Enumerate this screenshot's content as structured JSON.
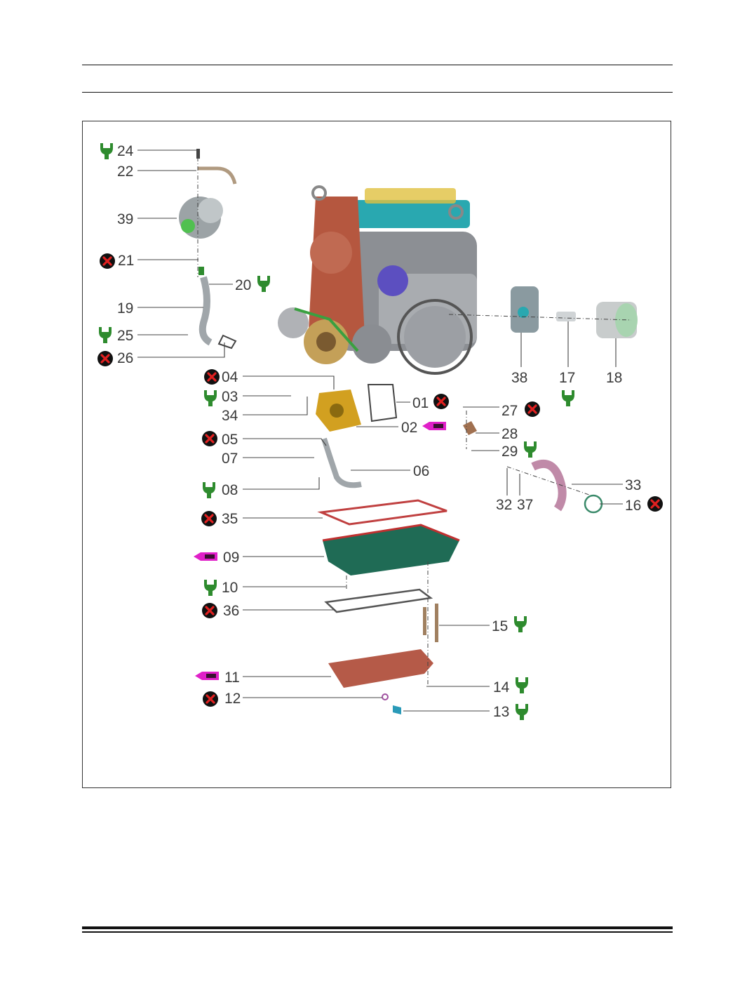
{
  "labels": {
    "p01": "01",
    "p02": "02",
    "p03": "03",
    "p04": "04",
    "p05": "05",
    "p06": "06",
    "p07": "07",
    "p08": "08",
    "p09": "09",
    "p10": "10",
    "p11": "11",
    "p12": "12",
    "p13": "13",
    "p14": "14",
    "p15": "15",
    "p16": "16",
    "p17": "17",
    "p18": "18",
    "p19": "19",
    "p20": "20",
    "p21": "21",
    "p22": "22",
    "p24": "24",
    "p25": "25",
    "p26": "26",
    "p27": "27",
    "p28": "28",
    "p29": "29",
    "p32": "32",
    "p33": "33",
    "p34": "34",
    "p35": "35",
    "p36": "36",
    "p37": "37",
    "p38": "38",
    "p39": "39"
  },
  "icon_meanings": {
    "torque_wrench": "wrench-icon",
    "replace_part": "x-mark-icon",
    "apply_sealant": "sealant-tube-icon"
  },
  "colors": {
    "wrench": "#2e8b2e",
    "replace": "#d42020",
    "sealant": "#e020c8",
    "engine_cover": "#b5573f",
    "oil_pan_upper": "#1f6b55",
    "oil_pan_lower": "#b55a48",
    "gasket": "#c04040"
  }
}
